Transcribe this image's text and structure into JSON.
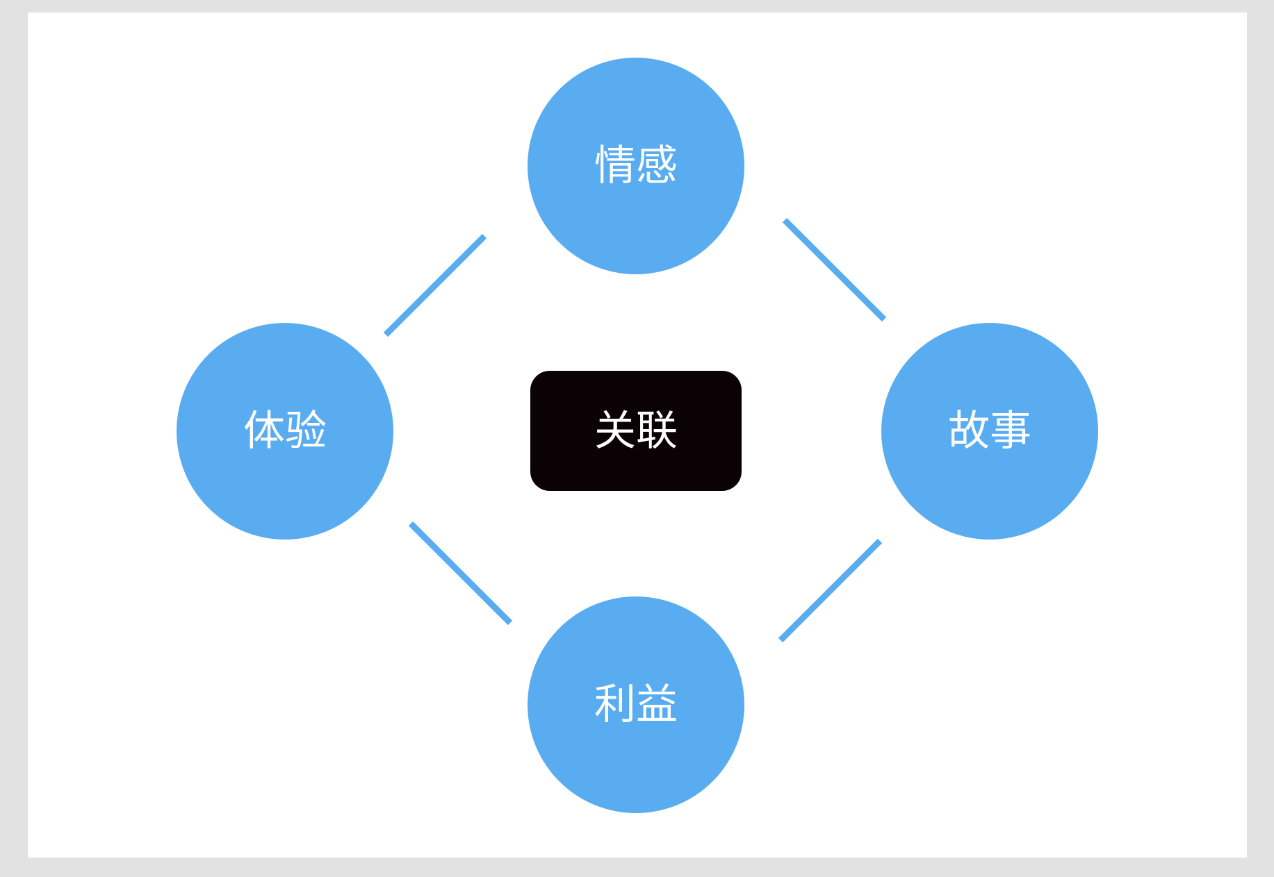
{
  "diagram": {
    "center": {
      "label": "关联"
    },
    "nodes": {
      "top": {
        "label": "情感"
      },
      "left": {
        "label": "体验"
      },
      "right": {
        "label": "故事"
      },
      "bottom": {
        "label": "利益"
      }
    }
  },
  "colors": {
    "background": "#e2e2e2",
    "canvas": "#ffffff",
    "node_fill": "#58acef",
    "connector": "#58acef",
    "center_fill": "#0a0204",
    "label": "#ffffff"
  }
}
